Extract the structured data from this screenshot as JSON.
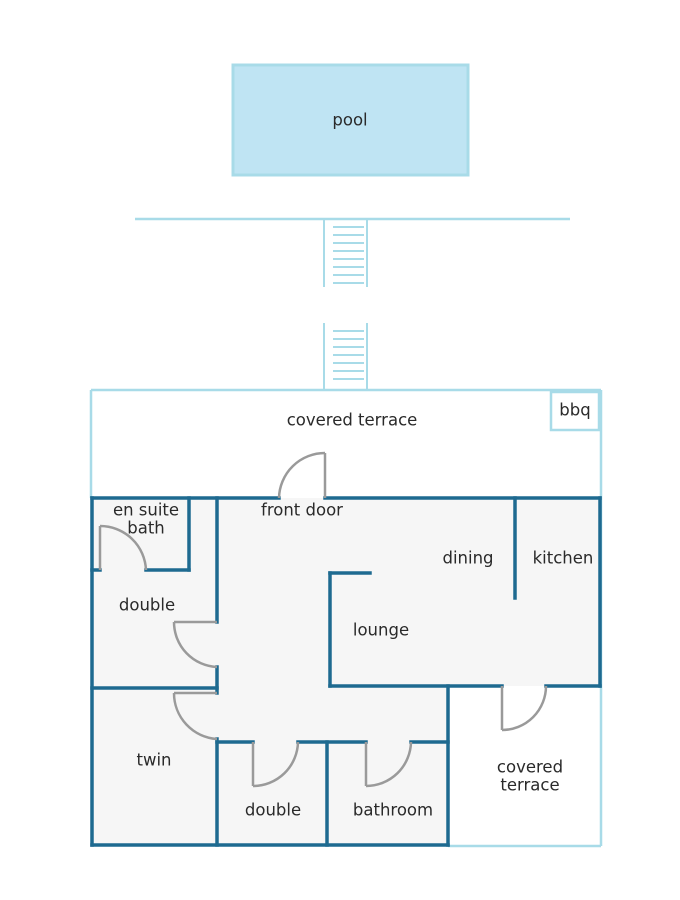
{
  "colors": {
    "light_wall": "#a8dbe8",
    "dark_wall": "#1e6a90",
    "pool_fill": "#bfe4f3",
    "interior_fill": "#f6f6f6",
    "door_swing": "#9a9a9a"
  },
  "rooms": {
    "pool": "pool",
    "covered_terrace_top": "covered terrace",
    "bbq": "bbq",
    "front_door": "front door",
    "en_suite_bath_line1": "en suite",
    "en_suite_bath_line2": "bath",
    "double_left": "double",
    "dining": "dining",
    "kitchen": "kitchen",
    "lounge": "lounge",
    "twin": "twin",
    "double_bottom": "double",
    "bathroom": "bathroom",
    "covered_terrace_right_line1": "covered",
    "covered_terrace_right_line2": "terrace"
  }
}
